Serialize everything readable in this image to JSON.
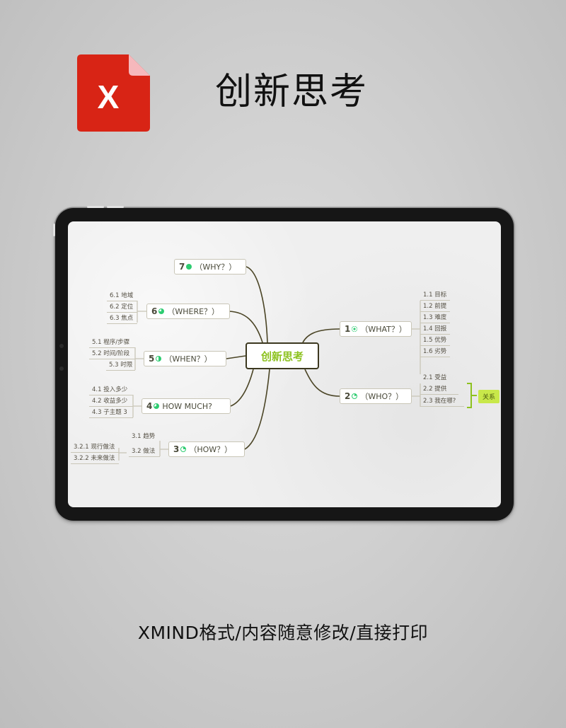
{
  "header": {
    "file_icon": "xmind-file-icon",
    "file_icon_letter": "X",
    "file_icon_color": "#d82415",
    "title": "创新思考"
  },
  "mindmap": {
    "central_topic": "创新思考",
    "central_color": "#8dc21f",
    "branches": [
      {
        "num": "1",
        "label": "（WHAT？）",
        "icon": "target-icon",
        "side": "right",
        "children": [
          "1.1 目标",
          "1.2 前提",
          "1.3 难度",
          "1.4 回报",
          "1.5 优势",
          "1.6 劣势"
        ]
      },
      {
        "num": "2",
        "label": "（WHO？）",
        "icon": "progress-icon",
        "side": "right",
        "children": [
          "2.1 受益",
          "2.2 提供",
          "2.3 我在哪?"
        ],
        "boundary_label": "关系"
      },
      {
        "num": "3",
        "label": "（HOW？）",
        "icon": "progress-icon",
        "side": "left",
        "children": [
          {
            "label": "3.1 趋势",
            "children": []
          },
          {
            "label": "3.2 做法",
            "children": [
              "3.2.1 现行做法",
              "3.2.2 未来做法"
            ]
          }
        ]
      },
      {
        "num": "4",
        "label": "HOW MUCH?",
        "icon": "progress-icon",
        "side": "left",
        "children": [
          "4.1 投入多少",
          "4.2 收益多少",
          "4.3 子主题 3"
        ]
      },
      {
        "num": "5",
        "label": "（WHEN？）",
        "icon": "half-progress-icon",
        "side": "left",
        "children": [
          "5.1 程序/步骤",
          "5.2 时间/阶段",
          "5.3 时限"
        ]
      },
      {
        "num": "6",
        "label": "（WHERE？）",
        "icon": "progress-icon",
        "side": "left",
        "children": [
          "6.1 地域",
          "6.2 定位",
          "6.3 焦点"
        ]
      },
      {
        "num": "7",
        "label": "（WHY？）",
        "icon": "check-icon",
        "side": "left",
        "children": []
      }
    ],
    "icon_color": "#2ecc71",
    "line_color": "#4b4526",
    "node_border_color": "#c9c6b7"
  },
  "footer": {
    "caption": "XMIND格式/内容随意修改/直接打印"
  }
}
